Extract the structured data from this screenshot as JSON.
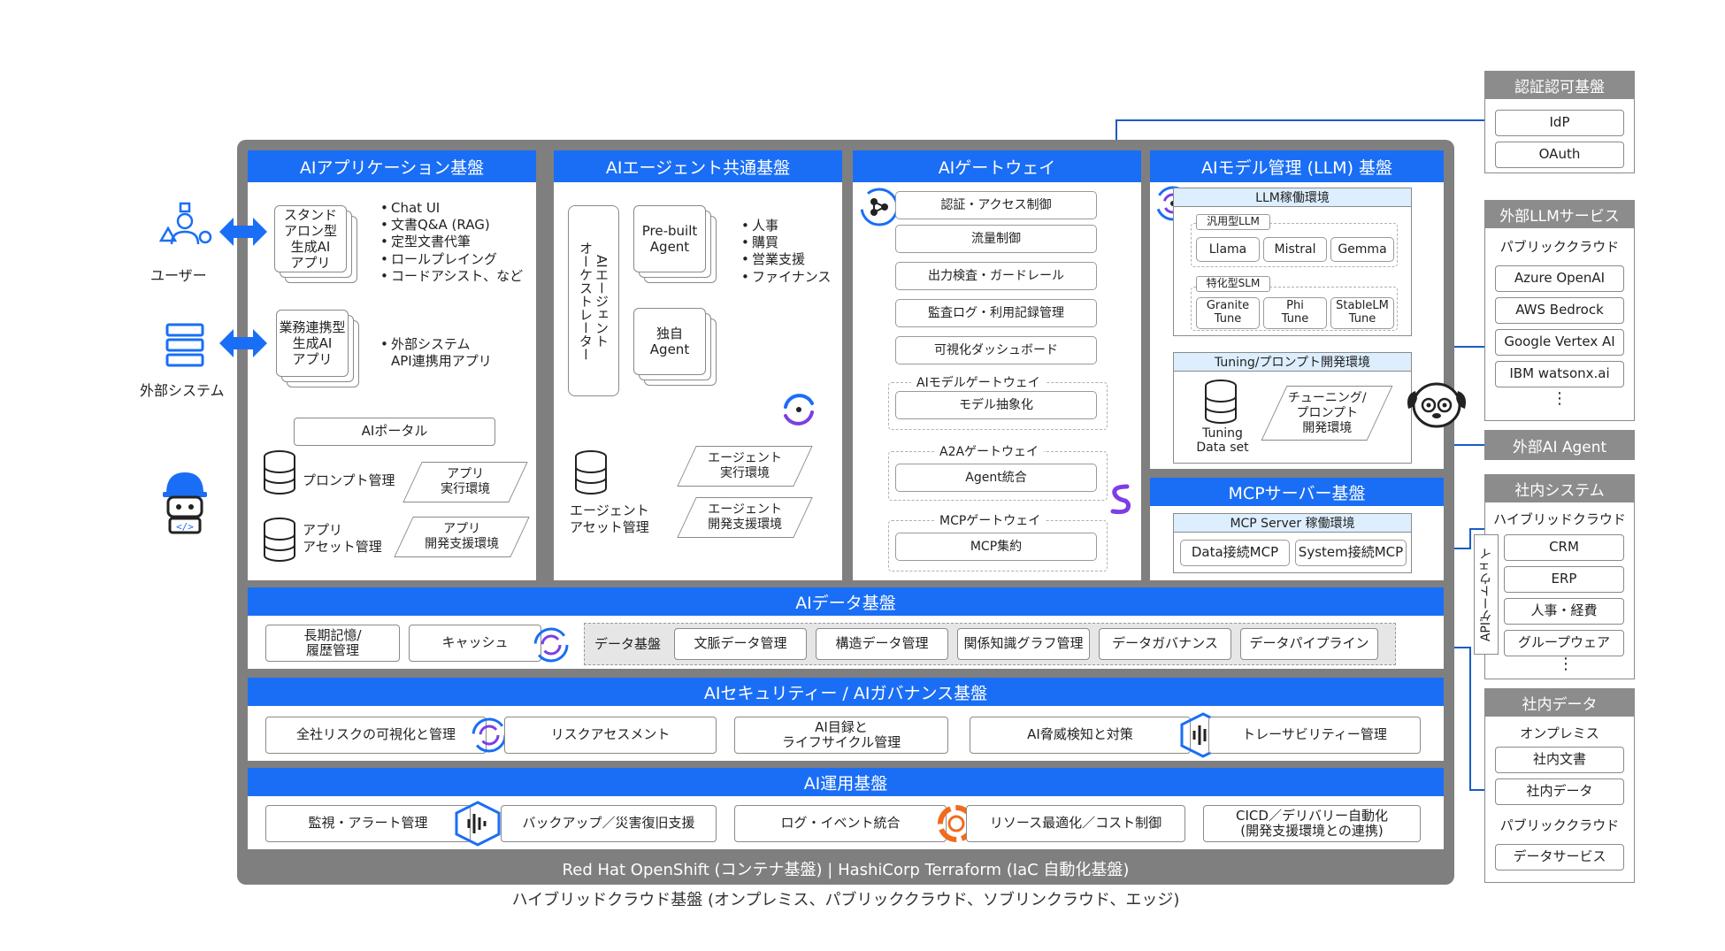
{
  "auth": {
    "title": "認証認可基盤",
    "items": [
      "IdP",
      "OAuth"
    ]
  },
  "ext_llm": {
    "title": "外部LLMサービス",
    "subtitle": "パブリッククラウド",
    "items": [
      "Azure OpenAI",
      "AWS Bedrock",
      "Google Vertex AI",
      "IBM watsonx.ai"
    ],
    "more": "⋮"
  },
  "ext_agent": {
    "title": "外部AI Agent"
  },
  "internal": {
    "title": "社内システム",
    "subtitle": "ハイブリッドクラウド",
    "items": [
      "CRM",
      "ERP",
      "人事・経費",
      "グループウェア"
    ],
    "more": "⋮",
    "api_gw": "APIゲートウェイ"
  },
  "internal_data": {
    "title": "社内データ",
    "onprem": "オンプレミス",
    "onprem_items": [
      "社内文書",
      "社内データ"
    ],
    "cloud": "パブリッククラウド",
    "cloud_items": [
      "データサービス"
    ]
  },
  "actors": {
    "user": "ユーザー",
    "external": "外部システム"
  },
  "app": {
    "title": "AIアプリケーション基盤",
    "standalone": "スタンド\nアロン型\n生成AI\nアプリ",
    "standalone_bullets": [
      "Chat UI",
      "文書Q&A (RAG)",
      "定型文書代筆",
      "ロールプレイング",
      "コードアシスト、など"
    ],
    "integrated": "業務連携型\n生成AI\nアプリ",
    "integrated_bullets": [
      "外部システム\nAPI連携用アプリ"
    ],
    "portal": "AIポータル",
    "prompt_mgmt": "プロンプト管理",
    "app_runtime": "アプリ\n実行環境",
    "asset_mgmt": "アプリ\nアセット管理",
    "dev_env": "アプリ\n開発支援環境"
  },
  "agent": {
    "title": "AIエージェント共通基盤",
    "orchestrator": "AIエージェント\nオーケストレーター",
    "prebuilt": "Pre-built\nAgent",
    "prebuilt_bullets": [
      "人事",
      "購買",
      "営業支援",
      "ファイナンス"
    ],
    "custom": "独自\nAgent",
    "asset": "エージェント\nアセット管理",
    "runtime": "エージェント\n実行環境",
    "devenv": "エージェント\n開発支援環境"
  },
  "gateway": {
    "title": "AIゲートウェイ",
    "items": [
      "認証・アクセス制御",
      "流量制御",
      "出力検査・ガードレール",
      "監査ログ・利用記録管理",
      "可視化ダッシュボード"
    ],
    "model_gw": "AIモデルゲートウェイ",
    "model_abs": "モデル抽象化",
    "a2a_gw": "A2Aゲートウェイ",
    "agent_int": "Agent統合",
    "mcp_gw": "MCPゲートウェイ",
    "mcp_agg": "MCP集約"
  },
  "llm": {
    "title": "AIモデル管理 (LLM) 基盤",
    "runtime": "LLM稼働環境",
    "general": "汎用型LLM",
    "general_items": [
      "Llama",
      "Mistral",
      "Gemma"
    ],
    "special": "特化型SLM",
    "special_items": [
      "Granite\nTune",
      "Phi\nTune",
      "StableLM\nTune"
    ],
    "tuning": "Tuning/プロンプト開発環境",
    "dataset": "Tuning\nData set",
    "tuning_env": "チューニング/\nプロンプト\n開発環境"
  },
  "mcp": {
    "title": "MCPサーバー基盤",
    "runtime": "MCP Server 稼働環境",
    "items": [
      "Data接続MCP",
      "System接続MCP"
    ]
  },
  "data": {
    "title": "AIデータ基盤",
    "left": [
      "長期記憶/\n履歴管理",
      "キャッシュ"
    ],
    "group": "データ基盤",
    "items": [
      "文脈データ管理",
      "構造データ管理",
      "関係知識グラフ管理",
      "データガバナンス",
      "データパイプライン"
    ]
  },
  "security": {
    "title": "AIセキュリティー / AIガバナンス基盤",
    "items": [
      "全社リスクの可視化と管理",
      "リスクアセスメント",
      "AI目録と\nライフサイクル管理",
      "AI脅威検知と対策",
      "トレーサビリティー管理"
    ]
  },
  "ops": {
    "title": "AI運用基盤",
    "items": [
      "監視・アラート管理",
      "バックアップ／災害復旧支援",
      "ログ・イベント統合",
      "リソース最適化／コスト制御",
      "CICD／デリバリー自動化\n(開発支援環境との連携)"
    ]
  },
  "footer_platform": "Red Hat OpenShift (コンテナ基盤) | HashiCorp Terraform (IaC 自動化基盤)",
  "caption": "ハイブリッドクラウド基盤 (オンプレミス、パブリッククラウド、ソブリンクラウド、エッジ)",
  "colors": {
    "accent": "#1a6ef5",
    "panel_bg": "#7f7f7f",
    "header_gray": "#8c8c8c",
    "line": "#1a5cc4"
  }
}
